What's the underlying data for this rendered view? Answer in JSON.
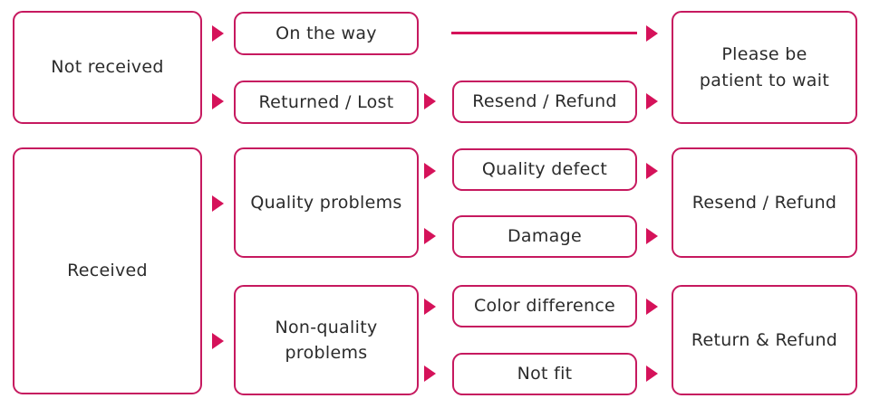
{
  "colors": {
    "border": "#c6195f",
    "arrow": "#d5125a",
    "text": "#2b2b2b",
    "bg": "#ffffff"
  },
  "nodes": {
    "not_received": "Not received",
    "on_the_way": "On the way",
    "returned_lost": "Returned / Lost",
    "resend_refund_top": "Resend / Refund",
    "please_wait": "Please be patient to wait",
    "received": "Received",
    "quality_problems": "Quality problems",
    "quality_defect": "Quality defect",
    "damage": "Damage",
    "resend_refund_mid": "Resend / Refund",
    "non_quality_problems": "Non-quality problems",
    "color_difference": "Color difference",
    "not_fit": "Not fit",
    "return_refund": "Return & Refund"
  }
}
